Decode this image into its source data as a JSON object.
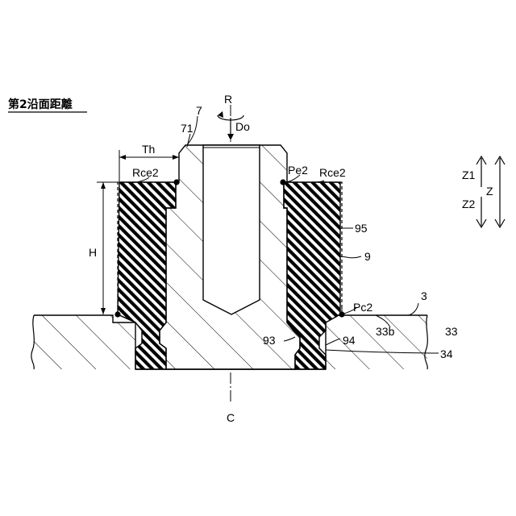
{
  "title": "第2沿面距離",
  "labels": {
    "R": "R",
    "Do": "Do",
    "n7": "7",
    "n71": "71",
    "Th": "Th",
    "Rce2_left": "Rce2",
    "Pe2": "Pe2",
    "Rce2_right": "Rce2",
    "H": "H",
    "n95": "95",
    "n9": "9",
    "n3": "3",
    "Pc2": "Pc2",
    "n33b": "33b",
    "n33": "33",
    "n93": "93",
    "n94": "94",
    "n34": "34",
    "C": "C",
    "Z1": "Z1",
    "Z2": "Z2",
    "Z": "Z"
  }
}
